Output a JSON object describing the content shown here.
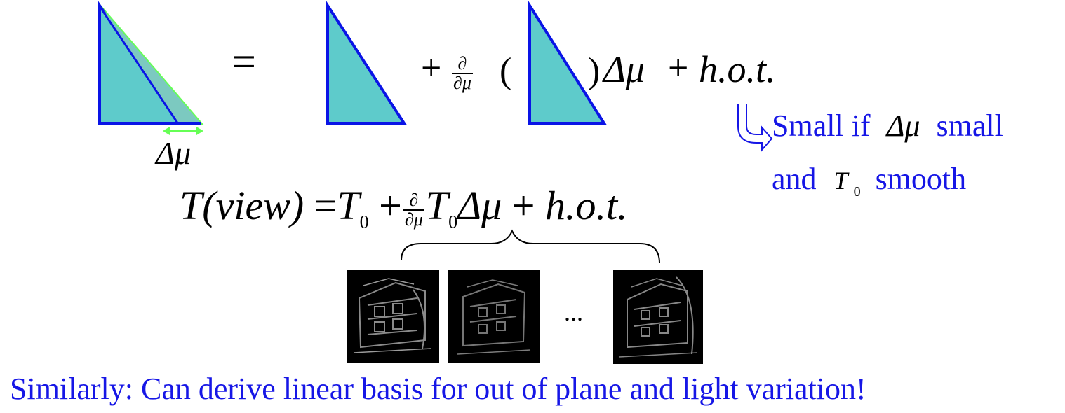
{
  "equation1": {
    "equals": "=",
    "plus": "+",
    "partial_num": "∂",
    "partial_den": "∂μ",
    "open_paren": "(",
    "close_paren": ")",
    "delta_mu": "Δμ",
    "hot_plus": "+",
    "hot": "h.o.t."
  },
  "shift_label": "Δμ",
  "note": {
    "line1_prefix": "Small if",
    "line1_symbol": "Δμ",
    "line1_suffix": "small",
    "line2_prefix": "and",
    "line2_symbol": "T",
    "line2_subscript": "0",
    "line2_suffix": "smooth"
  },
  "equation2": {
    "lhs": "T",
    "lhs_arg": "(view)",
    "equals": "=",
    "t0": "T",
    "t0_sub": "0",
    "plus": "+",
    "partial_num": "∂",
    "partial_den": "∂μ",
    "t0b": "T",
    "t0b_sub": "0",
    "delta_mu": "Δμ",
    "hot_plus": "+",
    "hot": "h.o.t."
  },
  "ellipsis": "...",
  "footer": "Similarly: Can derive linear basis for out of plane and light variation!",
  "colors": {
    "triangle_fill": "#5ecbcb",
    "triangle_stroke": "#0a14e6",
    "shift_green": "#66ff55",
    "text_blue": "#1616e6"
  },
  "icons": [
    "curved-arrow-icon",
    "double-arrow-icon",
    "brace-icon"
  ]
}
